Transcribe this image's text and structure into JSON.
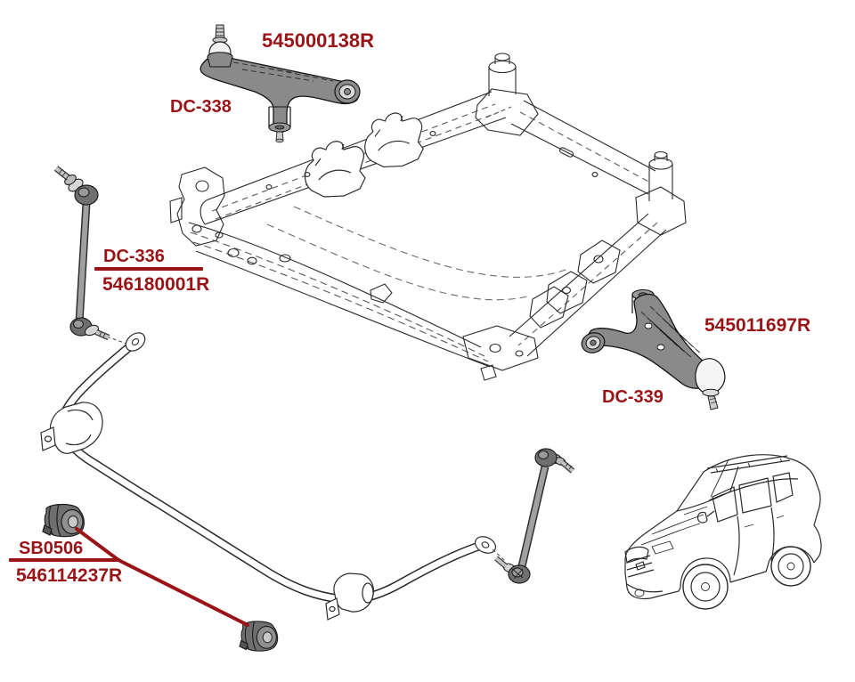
{
  "colors": {
    "accent": "#991417",
    "part_fill": "#8a8a8a",
    "line": "#2b2b2b",
    "background": "#ffffff"
  },
  "parts": {
    "front_control_arm_left": {
      "code": "DC-338",
      "part_number": "545000138R"
    },
    "stabilizer_link": {
      "code": "DC-336",
      "part_number": "546180001R"
    },
    "front_control_arm_right": {
      "code": "DC-339",
      "part_number": "545011697R"
    },
    "stabilizer_bar_bushing": {
      "code": "SB0506",
      "part_number": "546114237R"
    }
  }
}
